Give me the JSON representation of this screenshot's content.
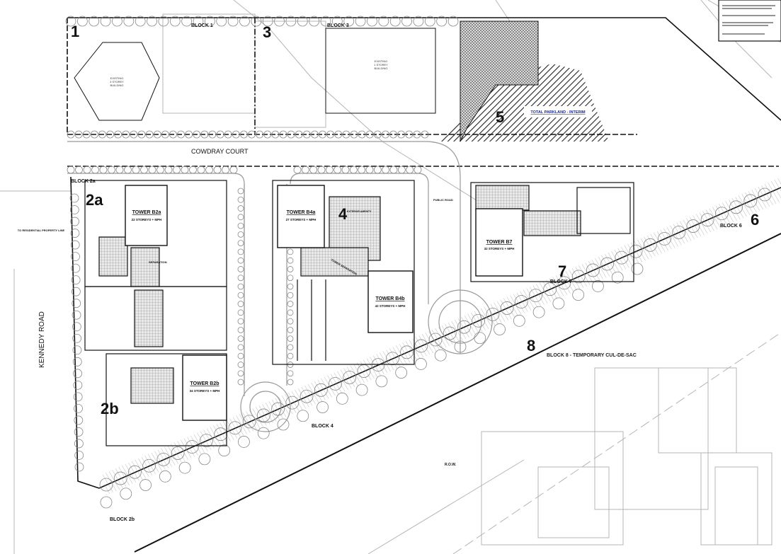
{
  "blocks": {
    "n1": "1",
    "n3": "3",
    "n5": "5",
    "n2a": "2a",
    "n4": "4",
    "n6": "6",
    "n7": "7",
    "n2b": "2b",
    "n8": "8",
    "block1": "BLOCK 1",
    "block3": "BLOCK 3",
    "block2a": "BLOCK 2a",
    "block4": "BLOCK 4",
    "block6": "BLOCK 6",
    "block7": "BLOCK 7",
    "block2b": "BLOCK 2b",
    "block8": "BLOCK 8 - TEMPORARY CUL-DE-SAC"
  },
  "roads": {
    "cowdray": "COWDRAY COURT",
    "kennedy": "KENNEDY ROAD",
    "row": "R.O.W.",
    "public_road": "PUBLIC ROAD"
  },
  "existing": {
    "b3storey": [
      "EXISTING",
      "3 STOREY",
      "BUILDING"
    ],
    "b1storey": [
      "EXISTING",
      "1 STOREY",
      "BUILDING"
    ]
  },
  "towers": [
    {
      "name": "TOWER B2a",
      "storeys": "22 STOREYS + MPH"
    },
    {
      "name": "TOWER B4a",
      "storeys": "27 STOREYS + MPH"
    },
    {
      "name": "TOWER B4b",
      "storeys": "42 STOREYS + MPH"
    },
    {
      "name": "TOWER B7",
      "storeys": "32 STOREYS + MPH"
    },
    {
      "name": "TOWER B2b",
      "storeys": "34 STOREYS + MPH"
    }
  ],
  "notes": {
    "parkland": "TOTAL PARKLAND - INTERIM",
    "residential_line": "TO RESIDENTIAL PROPERTY LINE",
    "tower_sep": "TOWER SEPARATION",
    "separation": "SEPARATION",
    "amenity": "EXTERIOR AMENITY"
  },
  "colors": {
    "line": "#111111",
    "grey": "#9a9a9a",
    "blue": "#1b2a8a"
  }
}
